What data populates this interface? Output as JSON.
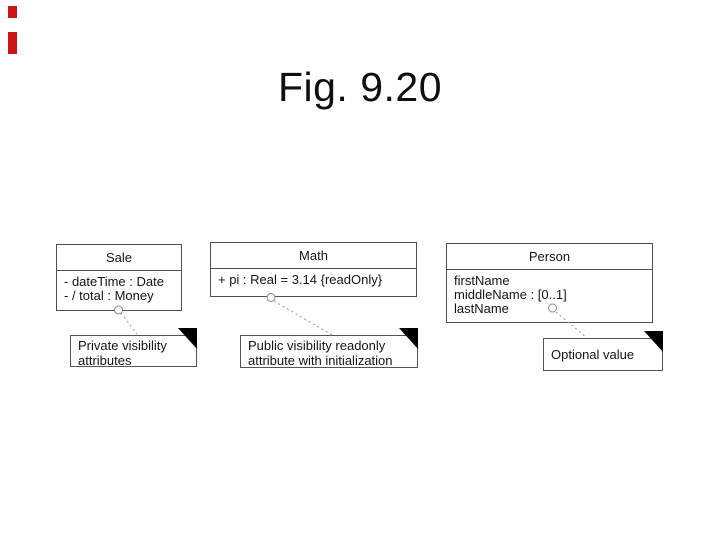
{
  "title": "Fig. 9.20",
  "uml": {
    "classes": [
      {
        "name": "Sale",
        "attributes": [
          "- dateTime : Date",
          "- / total : Money"
        ]
      },
      {
        "name": "Math",
        "attributes": [
          "+ pi : Real = 3.14 {readOnly}"
        ]
      },
      {
        "name": "Person",
        "attributes": [
          "firstName",
          "middleName : [0..1]",
          "lastName"
        ]
      }
    ],
    "notes": [
      {
        "lines": [
          "Private visibility",
          "attributes"
        ]
      },
      {
        "lines": [
          "Public visibility readonly",
          "attribute with initialization"
        ]
      },
      {
        "lines": [
          "Optional value"
        ]
      }
    ]
  },
  "colors": {
    "accent_marks": "#cc1414",
    "box_border": "#4f4f4f",
    "note_fold": "#000000",
    "connector_line": "#9a9a9a",
    "text": "#141414"
  }
}
